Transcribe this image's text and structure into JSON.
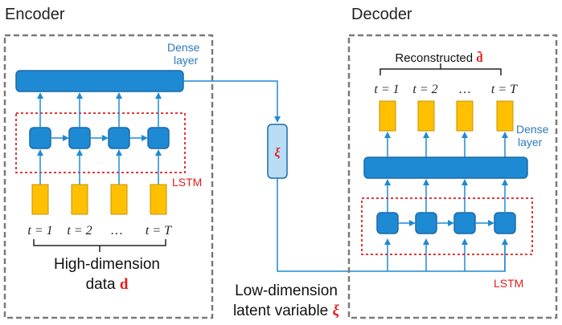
{
  "colors": {
    "blue": "#1f8ad4",
    "blue_dark": "#1c6aa8",
    "light_blue": "#b9dcf5",
    "yellow": "#ffc000",
    "yellow_edge": "#c79200",
    "red": "#e31b1b",
    "gray": "#7a7a7a",
    "dense_text": "#2b7bba"
  },
  "encoder": {
    "title": "Encoder",
    "dense_label": "Dense\nlayer",
    "lstm_label": "LSTM",
    "time_labels": [
      "t = 1",
      "t = 2",
      "…",
      "t = T"
    ],
    "input_label_line1": "High-dimension",
    "input_label_line2_text": "data ",
    "input_label_line2_symbol": "d"
  },
  "decoder": {
    "title": "Decoder",
    "reconstructed_text": "Reconstructed ",
    "reconstructed_symbol": "d̃",
    "dense_label": "Dense\nlayer",
    "lstm_label": "LSTM",
    "time_labels": [
      "t = 1",
      "t = 2",
      "…",
      "t = T"
    ]
  },
  "latent": {
    "symbol": "ξ",
    "label_line1": "Low-dimension",
    "label_line2_text": "latent variable ",
    "label_line2_symbol": "ξ"
  }
}
